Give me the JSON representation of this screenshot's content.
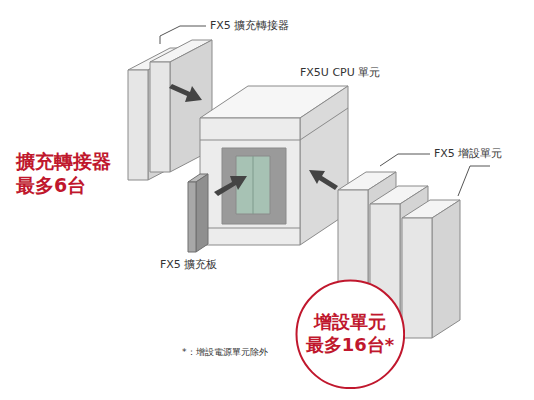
{
  "diagram": {
    "nodes": [
      {
        "text": [
          "增設單元 最多16台*"
        ]
      }
    ],
    "labels": [
      "FX5 擴充轉接器",
      "FX5U CPU 單元",
      "FX5 擴充板",
      "FX5 增設單元",
      "擴充轉接器 最多6台",
      "*：增設電源單元除外"
    ]
  }
}
